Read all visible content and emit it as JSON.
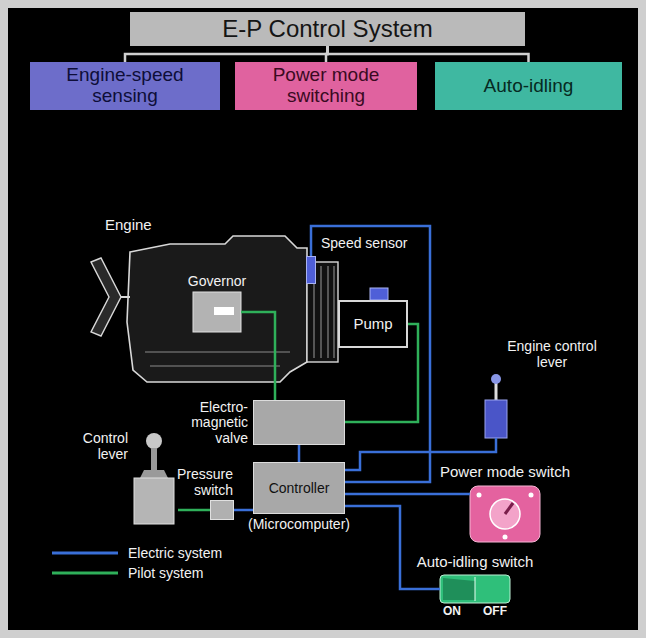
{
  "diagram": {
    "nodes": [
      {
        "text": [
          "E-P Control System"
        ]
      },
      {
        "text": [
          "Engine-speed sensing"
        ]
      },
      {
        "text": [
          "Power mode switching"
        ]
      },
      {
        "text": [
          "Auto-idling"
        ]
      },
      {
        "text": [
          "Engine"
        ]
      },
      {
        "text": [
          "Governor"
        ],
        "in": 4
      },
      {
        "text": [
          "Speed sensor"
        ]
      },
      {
        "text": [
          "Pump"
        ],
        "in": 4
      },
      {
        "text": [
          "Engine control lever"
        ]
      },
      {
        "text": [
          "Electro-magnetic valve"
        ]
      },
      {
        "text": [
          "Control lever"
        ]
      },
      {
        "text": [
          "Pressure switch"
        ]
      },
      {
        "text": [
          "Controller",
          "(Microcomputer)"
        ]
      },
      {
        "text": [
          "Power mode switch"
        ]
      },
      {
        "text": [
          "Auto-idling switch",
          "ON",
          "OFF"
        ]
      }
    ],
    "edges": [
      {
        "from": 0,
        "to": 1,
        "arrow": "none"
      },
      {
        "from": 0,
        "to": 2,
        "arrow": "none"
      },
      {
        "from": 0,
        "to": 3,
        "arrow": "none"
      },
      {
        "from": 6,
        "to": 12,
        "arrow": "none"
      },
      {
        "from": 5,
        "to": 9,
        "arrow": "none"
      },
      {
        "from": 7,
        "to": 9,
        "arrow": "none"
      },
      {
        "from": 9,
        "to": 12,
        "arrow": "none"
      },
      {
        "from": 10,
        "to": 11,
        "arrow": "none"
      },
      {
        "from": 11,
        "to": 12,
        "arrow": "none"
      },
      {
        "from": 8,
        "to": 12,
        "arrow": "none"
      },
      {
        "from": 13,
        "to": 12,
        "arrow": "none"
      },
      {
        "from": 12,
        "to": 14,
        "arrow": "none"
      }
    ],
    "legend": [
      {
        "text": "Electric system"
      },
      {
        "text": "Pilot system"
      }
    ]
  }
}
